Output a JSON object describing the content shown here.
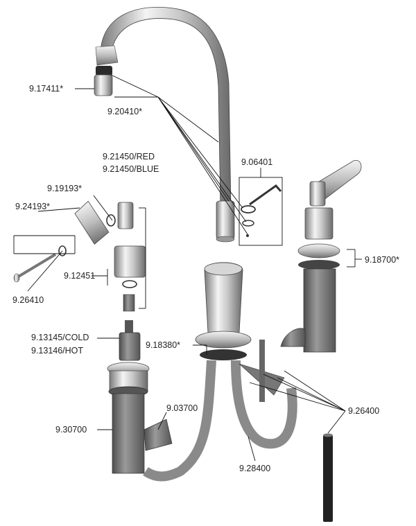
{
  "labels": {
    "aerator": "9.17411*",
    "spout_seal": "9.20410*",
    "allen_wrench": "9.06401",
    "handle_red": "9.21450/RED",
    "handle_blue": "9.21450/BLUE",
    "oring_small": "9.19193*",
    "screw_seal": "9.24193*",
    "cap_ring": "9.12451",
    "washer": "9.26410",
    "cartridge_cold": "9.13145/COLD",
    "cartridge_hot": "9.13146/HOT",
    "valve_ring": "9.18700*",
    "spout_ring": "9.18380*",
    "tee_fitting": "9.03700",
    "valve_body": "9.30700",
    "hose": "9.28400",
    "supply_tube": "9.26400"
  },
  "colors": {
    "chrome_light": "#f2f2f2",
    "chrome_mid": "#b8b8b8",
    "chrome_dark": "#6e6e6e",
    "hose_gray": "#8a8a8a",
    "hose_dark": "#5a5a5a",
    "line": "#111111"
  }
}
